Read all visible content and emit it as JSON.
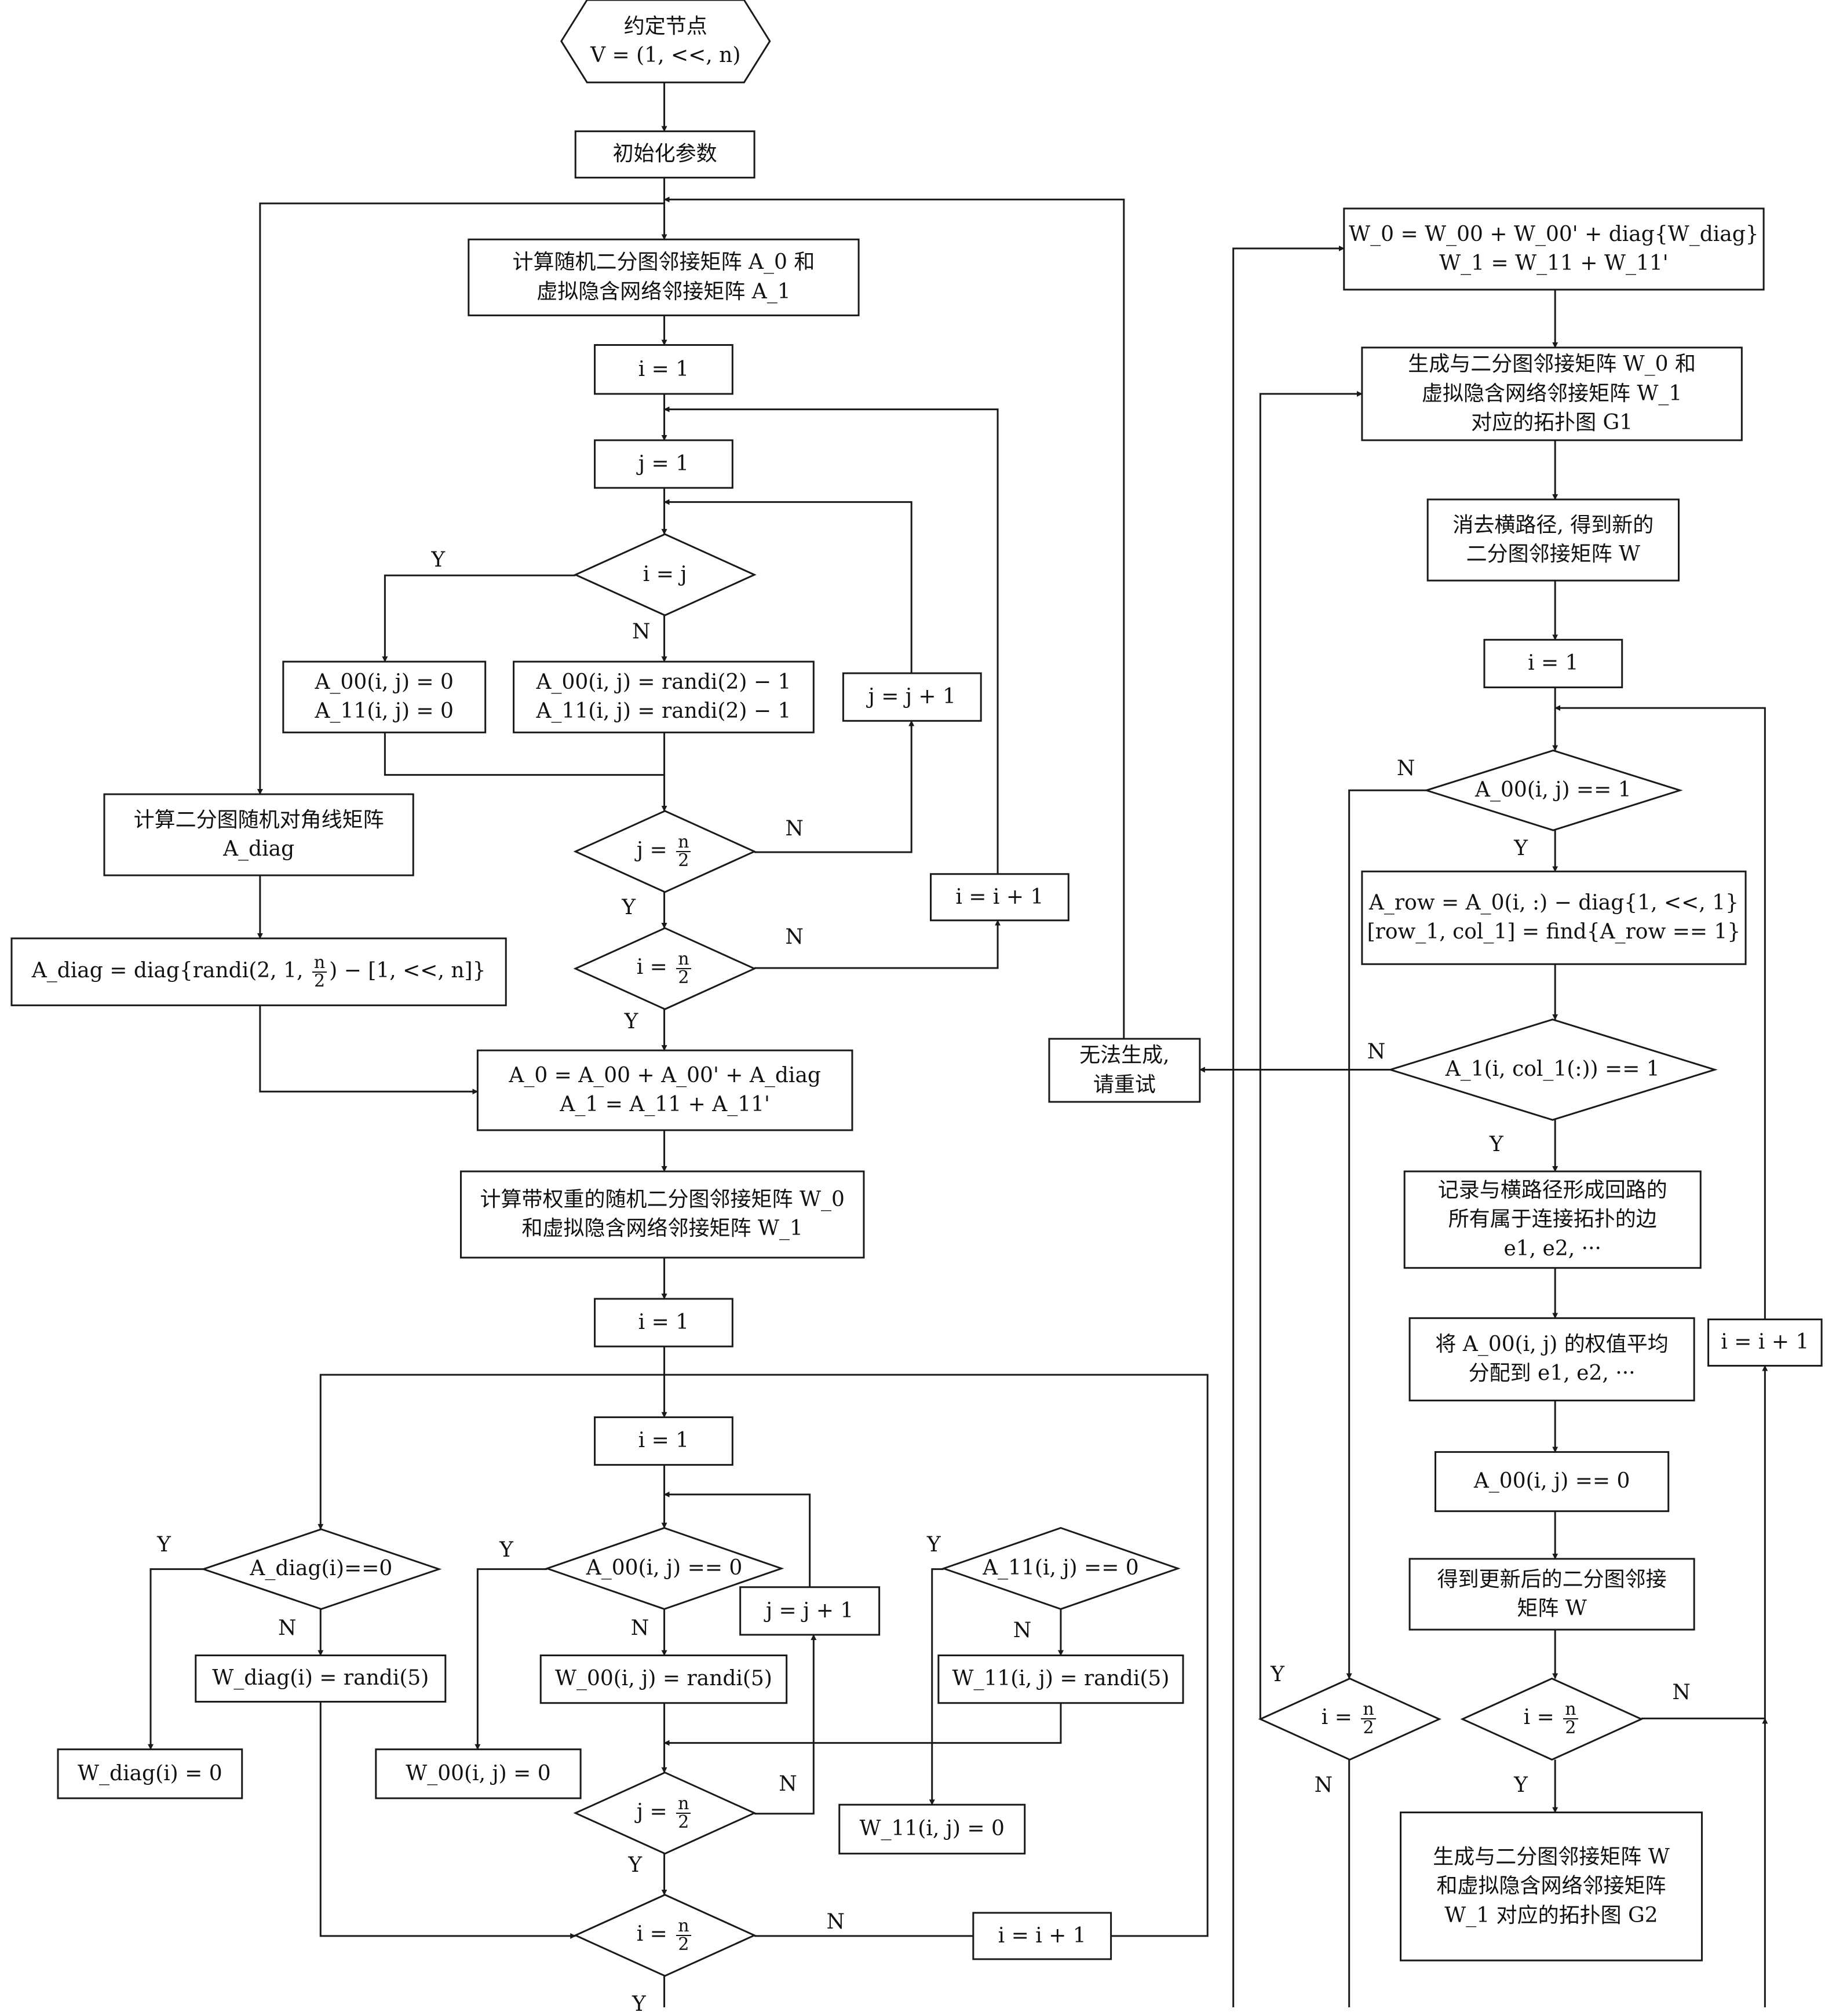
{
  "nodes": {
    "start": [
      "约定节点",
      "V = (1, <<, n)"
    ],
    "init": [
      "初始化参数"
    ],
    "compute_a": [
      "计算随机二分图邻接矩阵 A_0 和",
      "虚拟隐含网络邻接矩阵 A_1"
    ],
    "i1_a": [
      "i = 1"
    ],
    "j1_a": [
      "j = 1"
    ],
    "dec_ij": [
      "i = j"
    ],
    "set_zero": [
      "A_00(i, j) = 0",
      "A_11(i, j) = 0"
    ],
    "set_rand": [
      "A_00(i, j) = randi(2) − 1",
      "A_11(i, j) = randi(2) − 1"
    ],
    "j_inc_a": [
      "j = j + 1"
    ],
    "dec_j_n2_a": [
      "j = n/2"
    ],
    "i_inc_a": [
      "i = i + 1"
    ],
    "dec_i_n2_a": [
      "i = n/2"
    ],
    "compute_diag": [
      "计算二分图随机对角线矩阵",
      "A_diag"
    ],
    "a_diag_formula": [
      "A_diag = diag{randi(2, 1, n/2) − [1, <<, n]}"
    ],
    "a0_a1": [
      "A_0 = A_00 + A_00' + A_diag",
      "A_1 = A_11 + A_11'"
    ],
    "compute_w": [
      "计算带权重的随机二分图邻接矩阵 W_0",
      "和虚拟隐含网络邻接矩阵  W_1"
    ],
    "i1_b": [
      "i = 1"
    ],
    "i1_c": [
      "i = 1"
    ],
    "dec_adiag": [
      "A_diag(i)==0"
    ],
    "w_diag_rand": [
      "W_diag(i) = randi(5)"
    ],
    "w_diag_zero": [
      "W_diag(i) = 0"
    ],
    "dec_a00": [
      "A_00(i, j) == 0"
    ],
    "j_inc_b": [
      "j = j + 1"
    ],
    "w00_rand": [
      "W_00(i, j) = randi(5)"
    ],
    "w00_zero": [
      "W_00(i, j) = 0"
    ],
    "dec_a11": [
      "A_11(i, j) == 0"
    ],
    "w11_rand": [
      "W_11(i, j) = randi(5)"
    ],
    "w11_zero": [
      "W_11(i, j) = 0"
    ],
    "dec_j_n2_b": [
      "j = n/2"
    ],
    "dec_i_n2_b": [
      "i = n/2"
    ],
    "i_inc_b": [
      "i = i + 1"
    ],
    "fail": [
      "无法生成,",
      "请重试"
    ],
    "w0_w1": [
      "W_0 = W_00 + W_00' + diag{W_diag}",
      "W_1 = W_11 + W_11'"
    ],
    "gen_g1": [
      "生成与二分图邻接矩阵  W_0 和",
      "虚拟隐含网络邻接矩阵  W_1",
      "对应的拓扑图  G1"
    ],
    "eliminate": [
      "消去横路径, 得到新的",
      "二分图邻接矩阵  W"
    ],
    "i1_r": [
      "i = 1"
    ],
    "dec_a00_eq1": [
      "A_00(i, j) == 1"
    ],
    "a_row": [
      "A_row = A_0(i, :) − diag{1, <<, 1}",
      "[row_1, col_1] = find{A_row == 1}"
    ],
    "dec_a1_col": [
      "A_1(i, col_1(:)) == 1"
    ],
    "record": [
      "记录与横路径形成回路的",
      "所有属于连接拓扑的边",
      "e1, e2, ···"
    ],
    "distribute": [
      "将  A_00(i, j) 的权值平均",
      "分配到  e1, e2, ···"
    ],
    "a00_zero": [
      "A_00(i, j) == 0"
    ],
    "updated_w": [
      "得到更新后的二分图邻接",
      "矩阵  W"
    ],
    "dec_i_n2_r1": [
      "i = n/2"
    ],
    "dec_i_n2_r2": [
      "i = n/2"
    ],
    "i_inc_r": [
      "i = i + 1"
    ],
    "gen_g2": [
      "生成与二分图邻接矩阵  W",
      "和虚拟隐含网络邻接矩阵",
      "W_1 对应的拓扑图  G2"
    ]
  },
  "labels": {
    "y_ij": "Y",
    "n_ij": "N",
    "n_jn2_a": "N",
    "y_jn2_a": "Y",
    "n_in2_a": "N",
    "y_in2_a": "Y",
    "y_adiag": "Y",
    "n_adiag": "N",
    "y_a00": "Y",
    "n_a00": "N",
    "y_a11": "Y",
    "n_a11": "N",
    "n_jn2_b": "N",
    "y_jn2_b": "Y",
    "n_in2_b": "N",
    "y_in2_b": "Y",
    "n_a00eq1": "N",
    "y_a00eq1": "Y",
    "n_a1col": "N",
    "y_a1col": "Y",
    "y_r1": "Y",
    "n_r1": "N",
    "n_r2": "N",
    "y_r2": "Y"
  }
}
